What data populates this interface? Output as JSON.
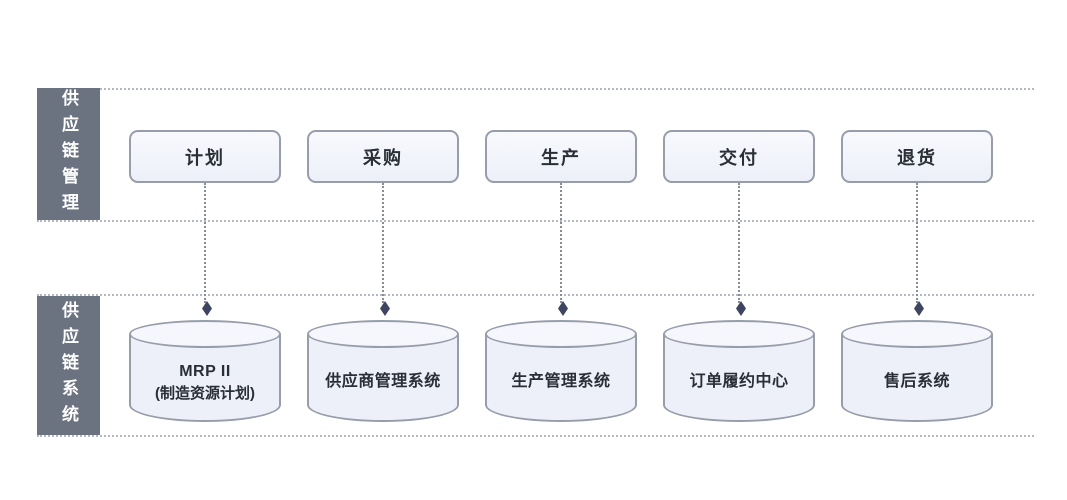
{
  "lanes": [
    {
      "title": "供应链管理"
    },
    {
      "title": "供应链系统"
    }
  ],
  "processes": {
    "items": [
      {
        "label": "计划"
      },
      {
        "label": "采购"
      },
      {
        "label": "生产"
      },
      {
        "label": "交付"
      },
      {
        "label": "退货"
      }
    ]
  },
  "systems": {
    "items": [
      {
        "label": "MRP II",
        "sublabel": "(制造资源计划)"
      },
      {
        "label": "供应商管理系统",
        "sublabel": ""
      },
      {
        "label": "生产管理系统",
        "sublabel": ""
      },
      {
        "label": "订单履约中心",
        "sublabel": ""
      },
      {
        "label": "售后系统",
        "sublabel": ""
      }
    ]
  },
  "colors": {
    "lane_background": "#6b7280",
    "lane_text": "#ffffff",
    "box_fill": "#f4f6fc",
    "box_border": "#979daa",
    "cylinder_fill": "#edf0f8",
    "cylinder_border": "#979daa",
    "separator_dots": "#b3b8c1",
    "connector_dots": "#868d9a",
    "arrow_diamond": "#3e4563",
    "label_text": "#2a2e37"
  }
}
